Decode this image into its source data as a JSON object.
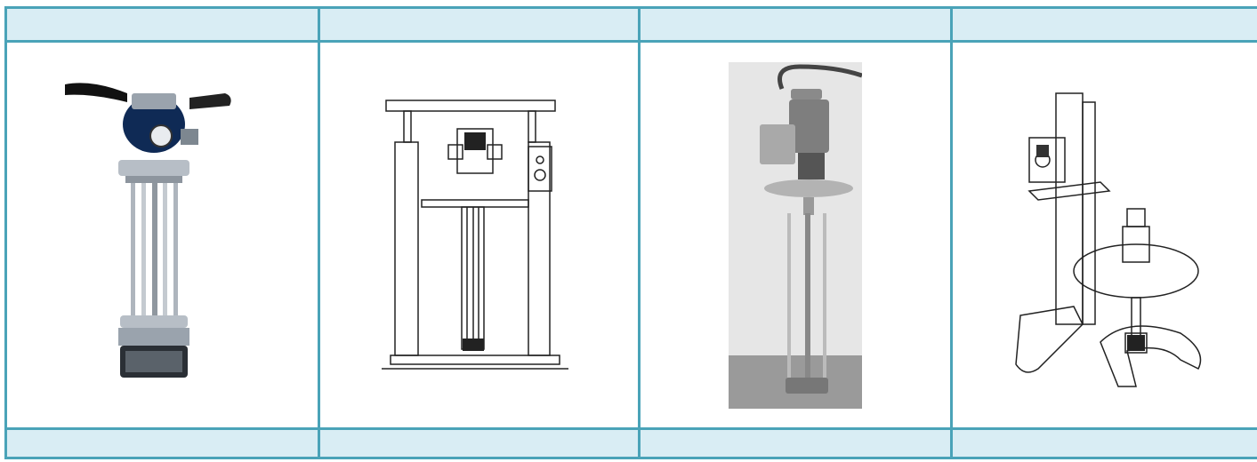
{
  "table": {
    "header_cells": [
      "",
      "",
      "",
      ""
    ],
    "footer_cells": [
      "",
      "",
      "",
      ""
    ],
    "images": [
      {
        "icon": "pneumatic-drum-pump-photo"
      },
      {
        "icon": "drum-press-pump-drawing"
      },
      {
        "icon": "electric-barrel-pump-photo"
      },
      {
        "icon": "pump-lift-stand-drawing"
      }
    ]
  },
  "colors": {
    "border": "#4aa3b8",
    "header_bg": "#d9edf4"
  }
}
